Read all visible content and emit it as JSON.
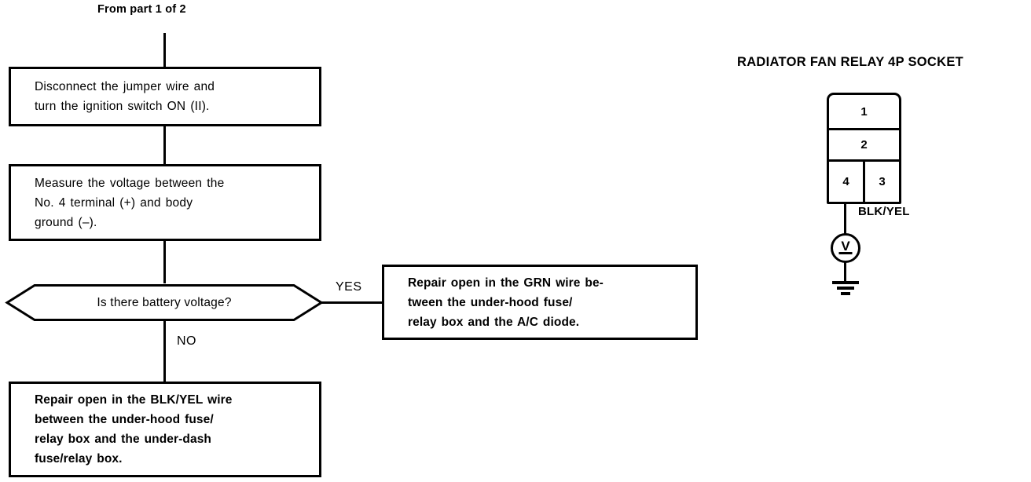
{
  "diagram": {
    "top_caption": "From part 1 of 2",
    "steps": {
      "step1": "Disconnect the jumper wire and\nturn the ignition switch ON (II).",
      "step2": "Measure the voltage between the\nNo. 4 terminal (+) and body\nground (–).",
      "decision": "Is there battery voltage?",
      "yes_label": "YES",
      "no_label": "NO",
      "yes_result": "Repair open in the GRN wire be-\ntween the under-hood fuse/\nrelay box and the A/C diode.",
      "no_result": "Repair open in the BLK/YEL wire\nbetween the under-hood fuse/\nrelay box and the under-dash\nfuse/relay box."
    }
  },
  "socket_panel": {
    "title": "RADIATOR FAN RELAY 4P SOCKET",
    "pins": {
      "pin1": "1",
      "pin2": "2",
      "pin4": "4",
      "pin3": "3"
    },
    "wire_label": "BLK/YEL",
    "meter_symbol": "V"
  },
  "colors": {
    "line": "#000000",
    "background": "#ffffff"
  }
}
